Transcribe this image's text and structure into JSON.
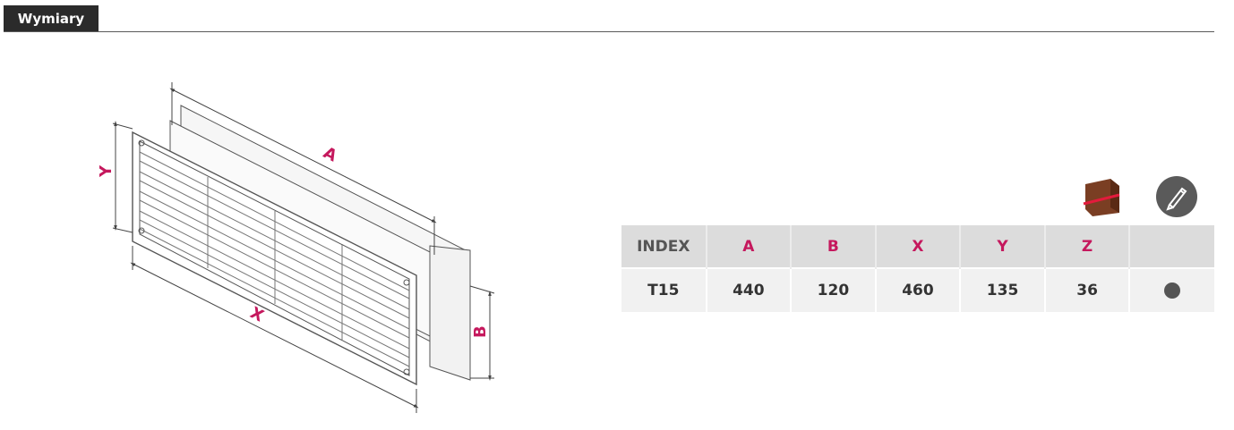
{
  "tab": {
    "label": "Wymiary"
  },
  "drawing": {
    "labels": {
      "a": "A",
      "b": "B",
      "x": "X",
      "y": "Y"
    },
    "label_color": "#c5185d"
  },
  "icons": [
    {
      "name": "wall-install-icon"
    },
    {
      "name": "paint-brush-icon"
    }
  ],
  "table": {
    "headers": [
      "INDEX",
      "A",
      "B",
      "X",
      "Y",
      "Z",
      ""
    ],
    "rows": [
      {
        "index": "T15",
        "a": "440",
        "b": "120",
        "x": "460",
        "y": "135",
        "z": "36",
        "color": "#555555"
      }
    ]
  }
}
